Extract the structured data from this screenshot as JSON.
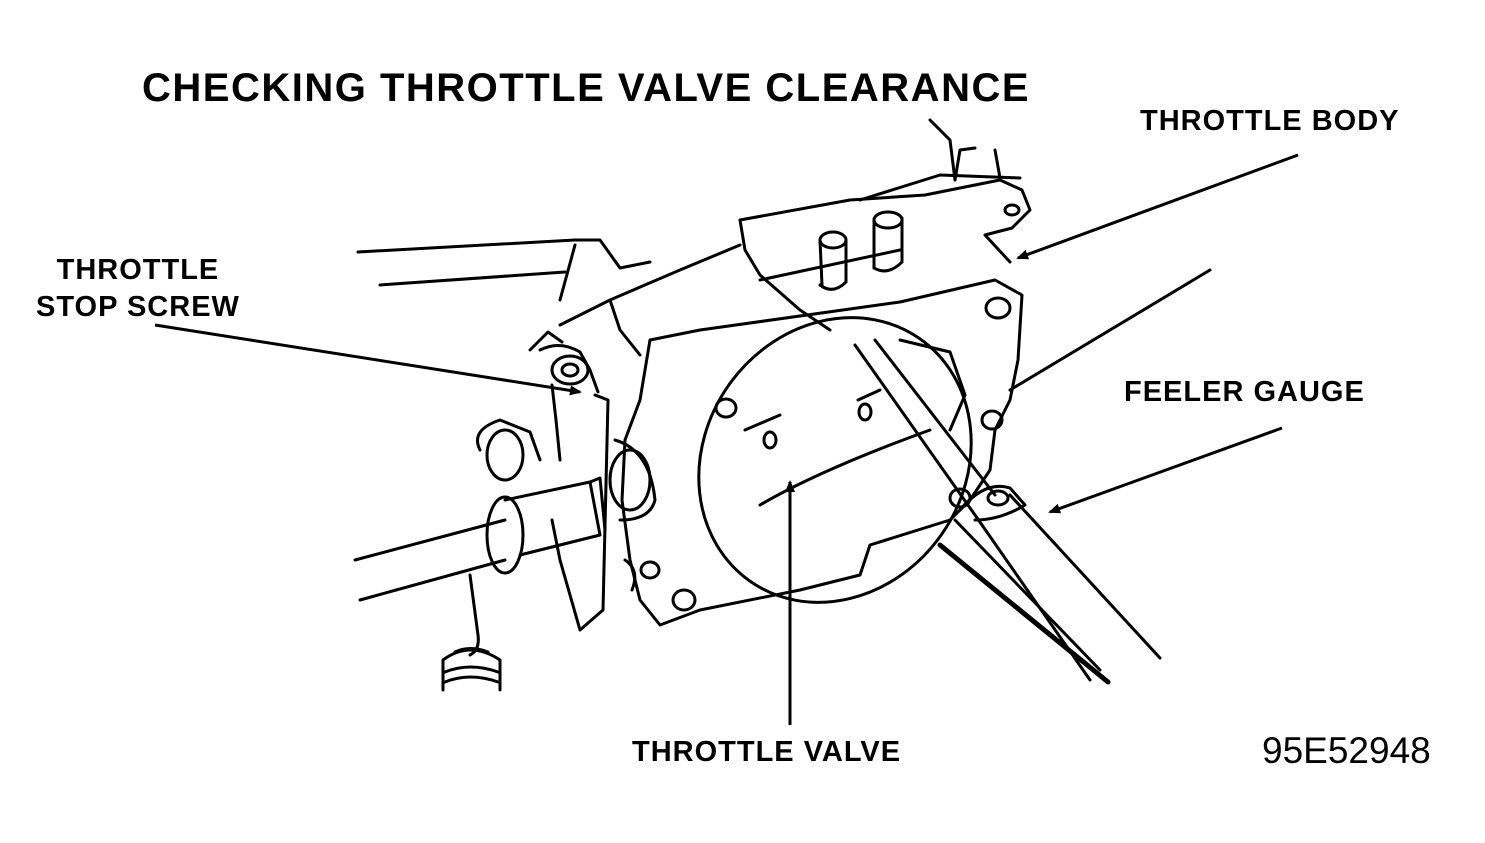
{
  "figure": {
    "title": "CHECKING THROTTLE VALVE CLEARANCE",
    "figure_id": "95E52948"
  },
  "callouts": {
    "throttle_body": "THROTTLE BODY",
    "throttle_stop_screw_line1": "THROTTLE",
    "throttle_stop_screw_line2": "STOP SCREW",
    "feeler_gauge": "FEELER GAUGE",
    "throttle_valve": "THROTTLE VALVE"
  },
  "style": {
    "ink_color": "#000000",
    "paper_color": "#ffffff"
  }
}
